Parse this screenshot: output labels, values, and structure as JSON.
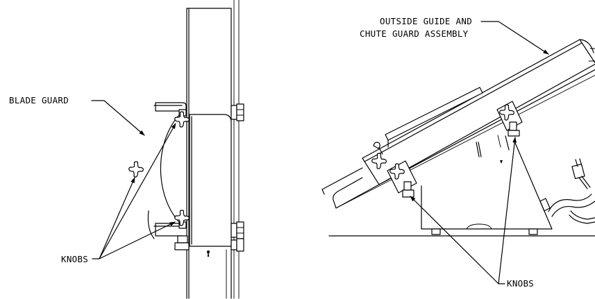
{
  "labels": {
    "blade_guard": "BLADE GUARD",
    "knobs_left": "KNOBS",
    "guide_assembly_line1": "OUTSIDE GUIDE AND",
    "guide_assembly_line2": "CHUTE GUARD ASSEMBLY",
    "knobs_right": "KNOBS"
  }
}
